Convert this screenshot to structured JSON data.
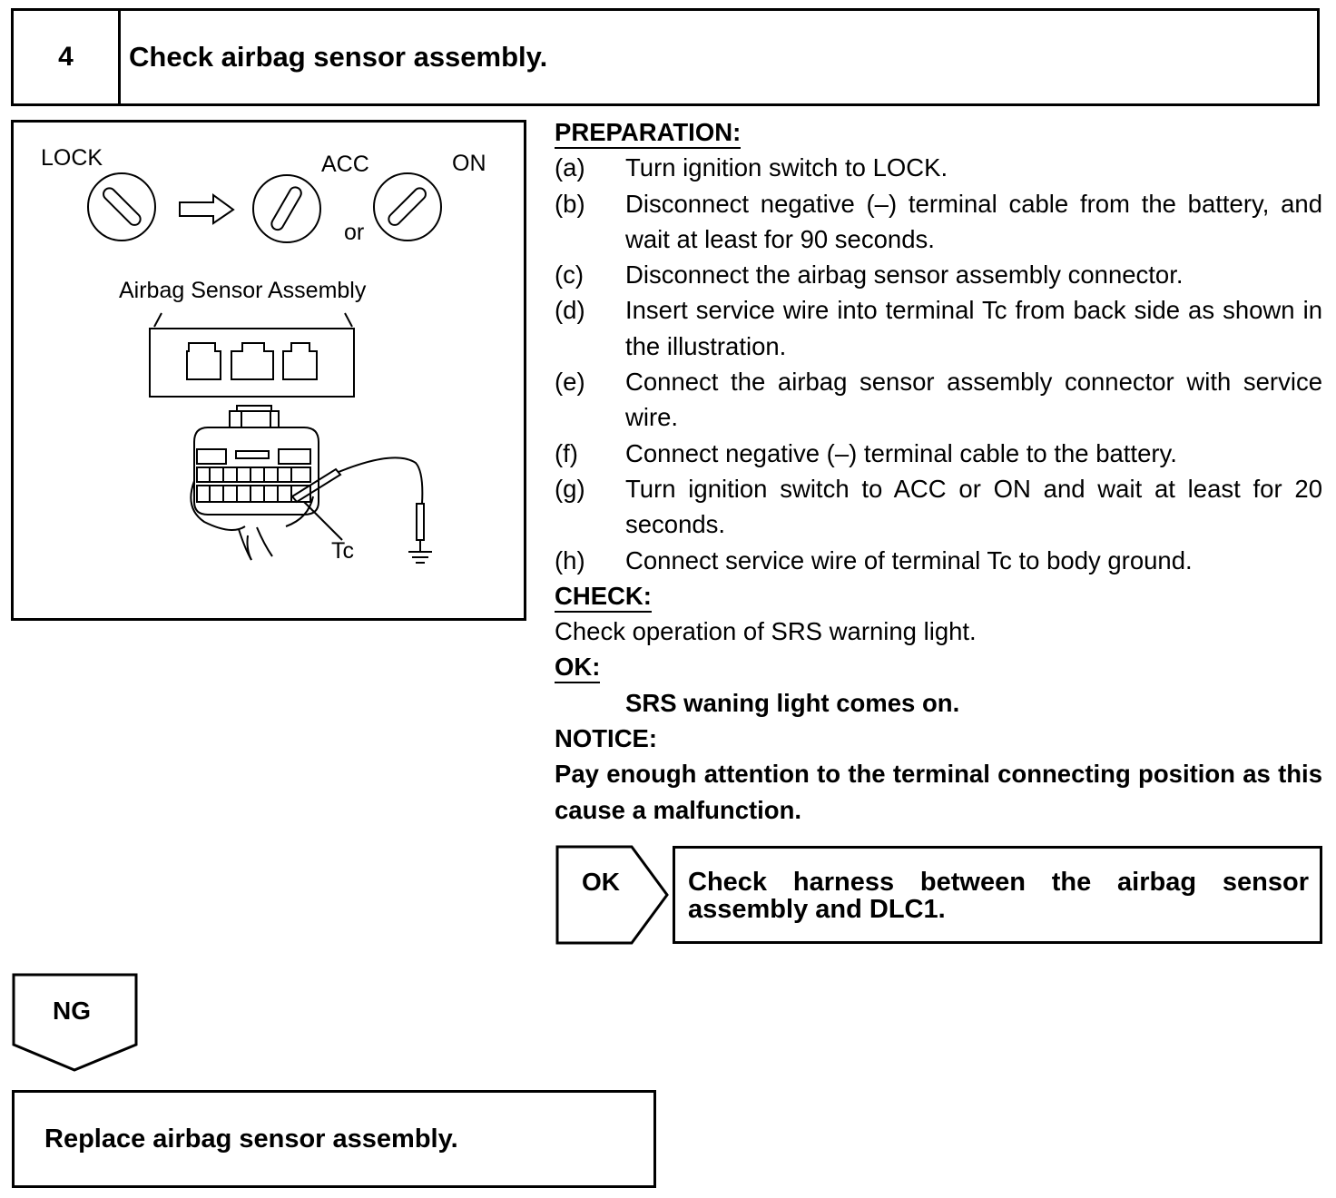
{
  "step": {
    "number": "4",
    "title": "Check airbag sensor assembly."
  },
  "illustration": {
    "labels": {
      "lock": "LOCK",
      "acc": "ACC",
      "on": "ON",
      "or": "or",
      "assembly": "Airbag Sensor Assembly",
      "terminal": "Tc"
    }
  },
  "preparation": {
    "heading": "PREPARATION:",
    "steps": [
      {
        "label": "(a)",
        "text": "Turn ignition switch to LOCK."
      },
      {
        "label": "(b)",
        "text": "Disconnect negative (–) terminal cable from the battery, and wait at least for 90 seconds."
      },
      {
        "label": "(c)",
        "text": "Disconnect the airbag sensor assembly connector."
      },
      {
        "label": "(d)",
        "text": "Insert service wire into terminal Tc from back side as shown in the illustration."
      },
      {
        "label": "(e)",
        "text": "Connect the airbag sensor assembly connector with service wire."
      },
      {
        "label": "(f)",
        "text": "Connect negative (–) terminal cable to the battery."
      },
      {
        "label": "(g)",
        "text": "Turn ignition switch to ACC or ON and wait at least for 20 seconds."
      },
      {
        "label": "(h)",
        "text": "Connect service wire of terminal Tc to body ground."
      }
    ]
  },
  "check": {
    "heading": "CHECK:",
    "text": "Check operation of SRS warning light."
  },
  "ok": {
    "heading": "OK:",
    "text": "SRS waning light comes on."
  },
  "notice": {
    "heading": "NOTICE:",
    "text": "Pay enough attention to the terminal connecting position as this cause a malfunction."
  },
  "ok_branch": {
    "tag": "OK",
    "result": "Check harness between the airbag sensor assembly and DLC1."
  },
  "ng_branch": {
    "tag": "NG",
    "result": "Replace airbag sensor assembly."
  }
}
